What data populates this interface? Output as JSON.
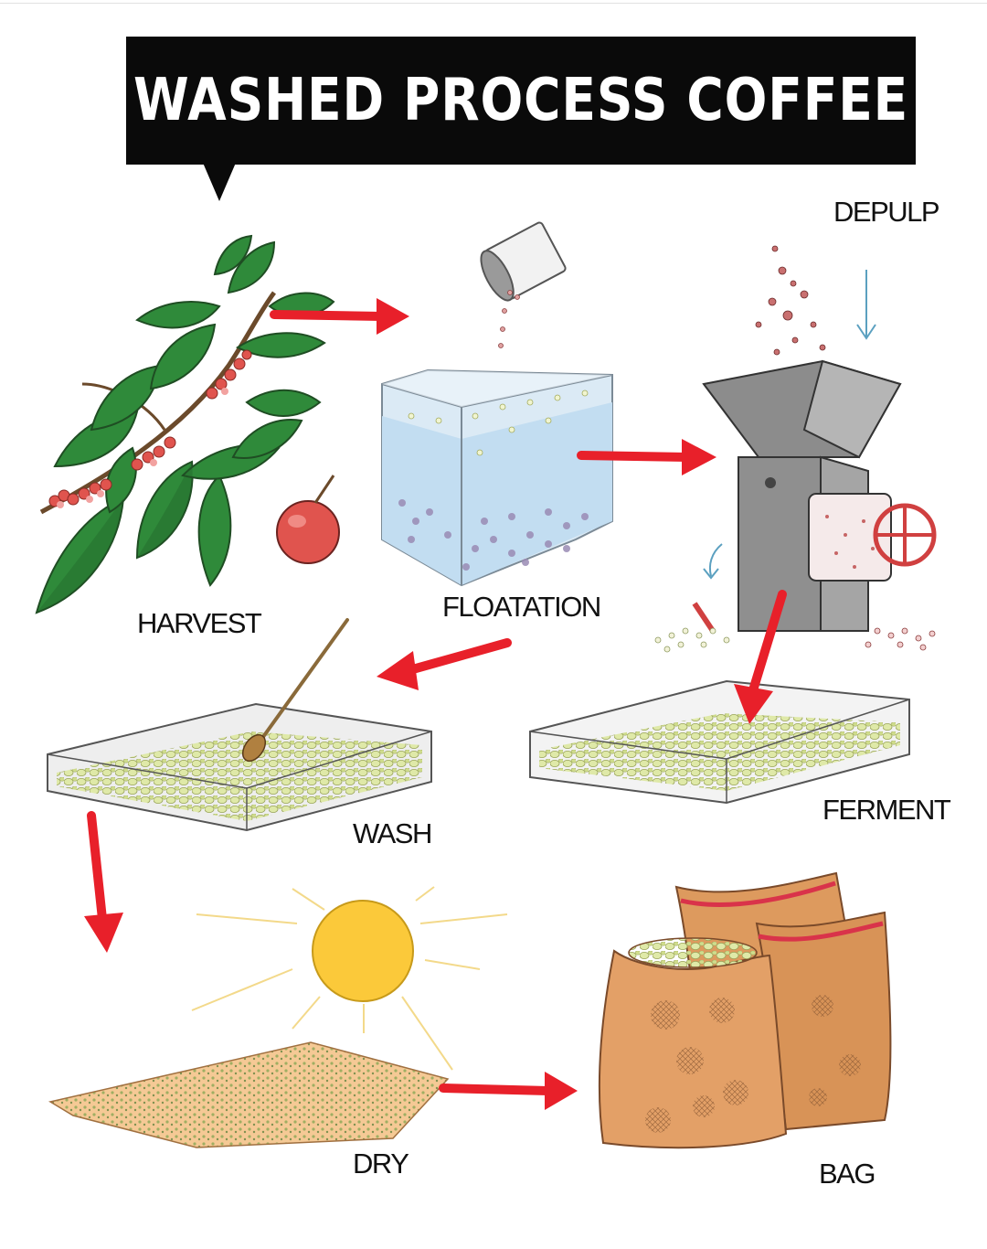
{
  "title": "WASHED PROCESS COFFEE",
  "steps": [
    {
      "id": "harvest",
      "label": "HARVEST"
    },
    {
      "id": "floatation",
      "label": "FLOATATION"
    },
    {
      "id": "depulp",
      "label": "DEPULP"
    },
    {
      "id": "ferment",
      "label": "FERMENT"
    },
    {
      "id": "wash",
      "label": "WASH"
    },
    {
      "id": "dry",
      "label": "DRY"
    },
    {
      "id": "bag",
      "label": "BAG"
    }
  ],
  "colors": {
    "arrow": "#e8202a",
    "leaf": "#2f8a3a",
    "leaf_dark": "#1f5e27",
    "cherry": "#e0544e",
    "water": "#c9e2f3",
    "machine": "#8c8c8c",
    "bean": "#d9e6a0",
    "sun": "#fbc93a",
    "sack": "#dd9a5e",
    "sack_stripe": "#d9334a",
    "title_bg": "#0a0a0a"
  }
}
